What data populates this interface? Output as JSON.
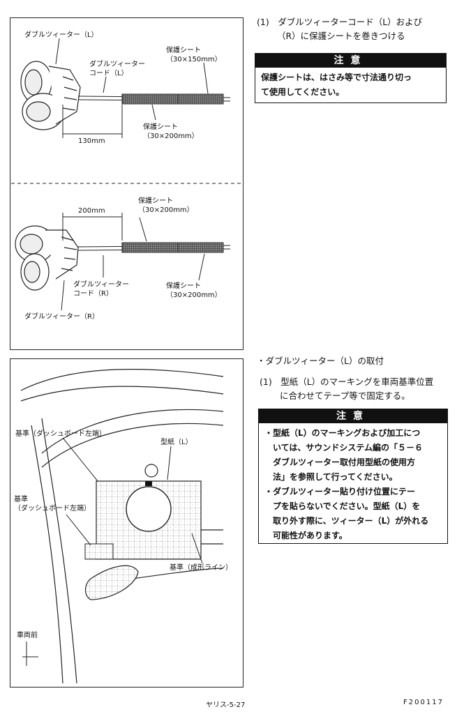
{
  "top_panel": {
    "label_tweeter_l": "ダブルツィーター（L）",
    "label_cord_l": "ダブルツィーター\nコード（L）",
    "label_sheet_150": "保護シート\n（30×150mm）",
    "label_sheet_200_a": "保護シート\n（30×200mm）",
    "dim_130": "130mm",
    "dim_200": "200mm",
    "label_sheet_200_b": "保護シート\n（30×200mm）",
    "label_cord_r": "ダブルツィーター\nコード（R）",
    "label_sheet_200_c": "保護シート\n（30×200mm）",
    "label_tweeter_r": "ダブルツィーター（R）"
  },
  "bottom_panel": {
    "label_ref_dash_1": "基準（ダッシュボード左端）",
    "label_template_l": "型紙（L）",
    "label_ref_dash_2": "基準\n（ダッシュボード左端）",
    "label_ref_molding": "基準（成形ライン）",
    "label_vehicle_front": "車両前"
  },
  "right_column": {
    "step1_text": "(1)　ダブルツィーターコード（L）および\n　　 （R）に保護シートを巻きつける",
    "caution1_title": "注意",
    "caution1_text": "保護シートは、はさみ等で寸法通り切っ\nて使用してください。",
    "section_title": "・ダブルツィーター（L）の取付",
    "step2_text": "(1)　型紙（L）のマーキングを車両基準位置\n　　 に合わせてテープ等で固定する。",
    "caution2_title": "注意",
    "caution2_text": "・型紙（L）のマーキングおよび加工につ\n　いては、サウンドシステム編の「５－６\n　ダブルツィーター取付用型紙の使用方\n　法」を参照して行ってください。\n・ダブルツィーター貼り付け位置にテー\n　プを貼らないでください。型紙（L）を\n　取り外す際に、ツィーター（L）が外れる\n　可能性があります。"
  },
  "footer": {
    "page_label": "ヤリス-5-27",
    "doc_code": "F200117"
  }
}
